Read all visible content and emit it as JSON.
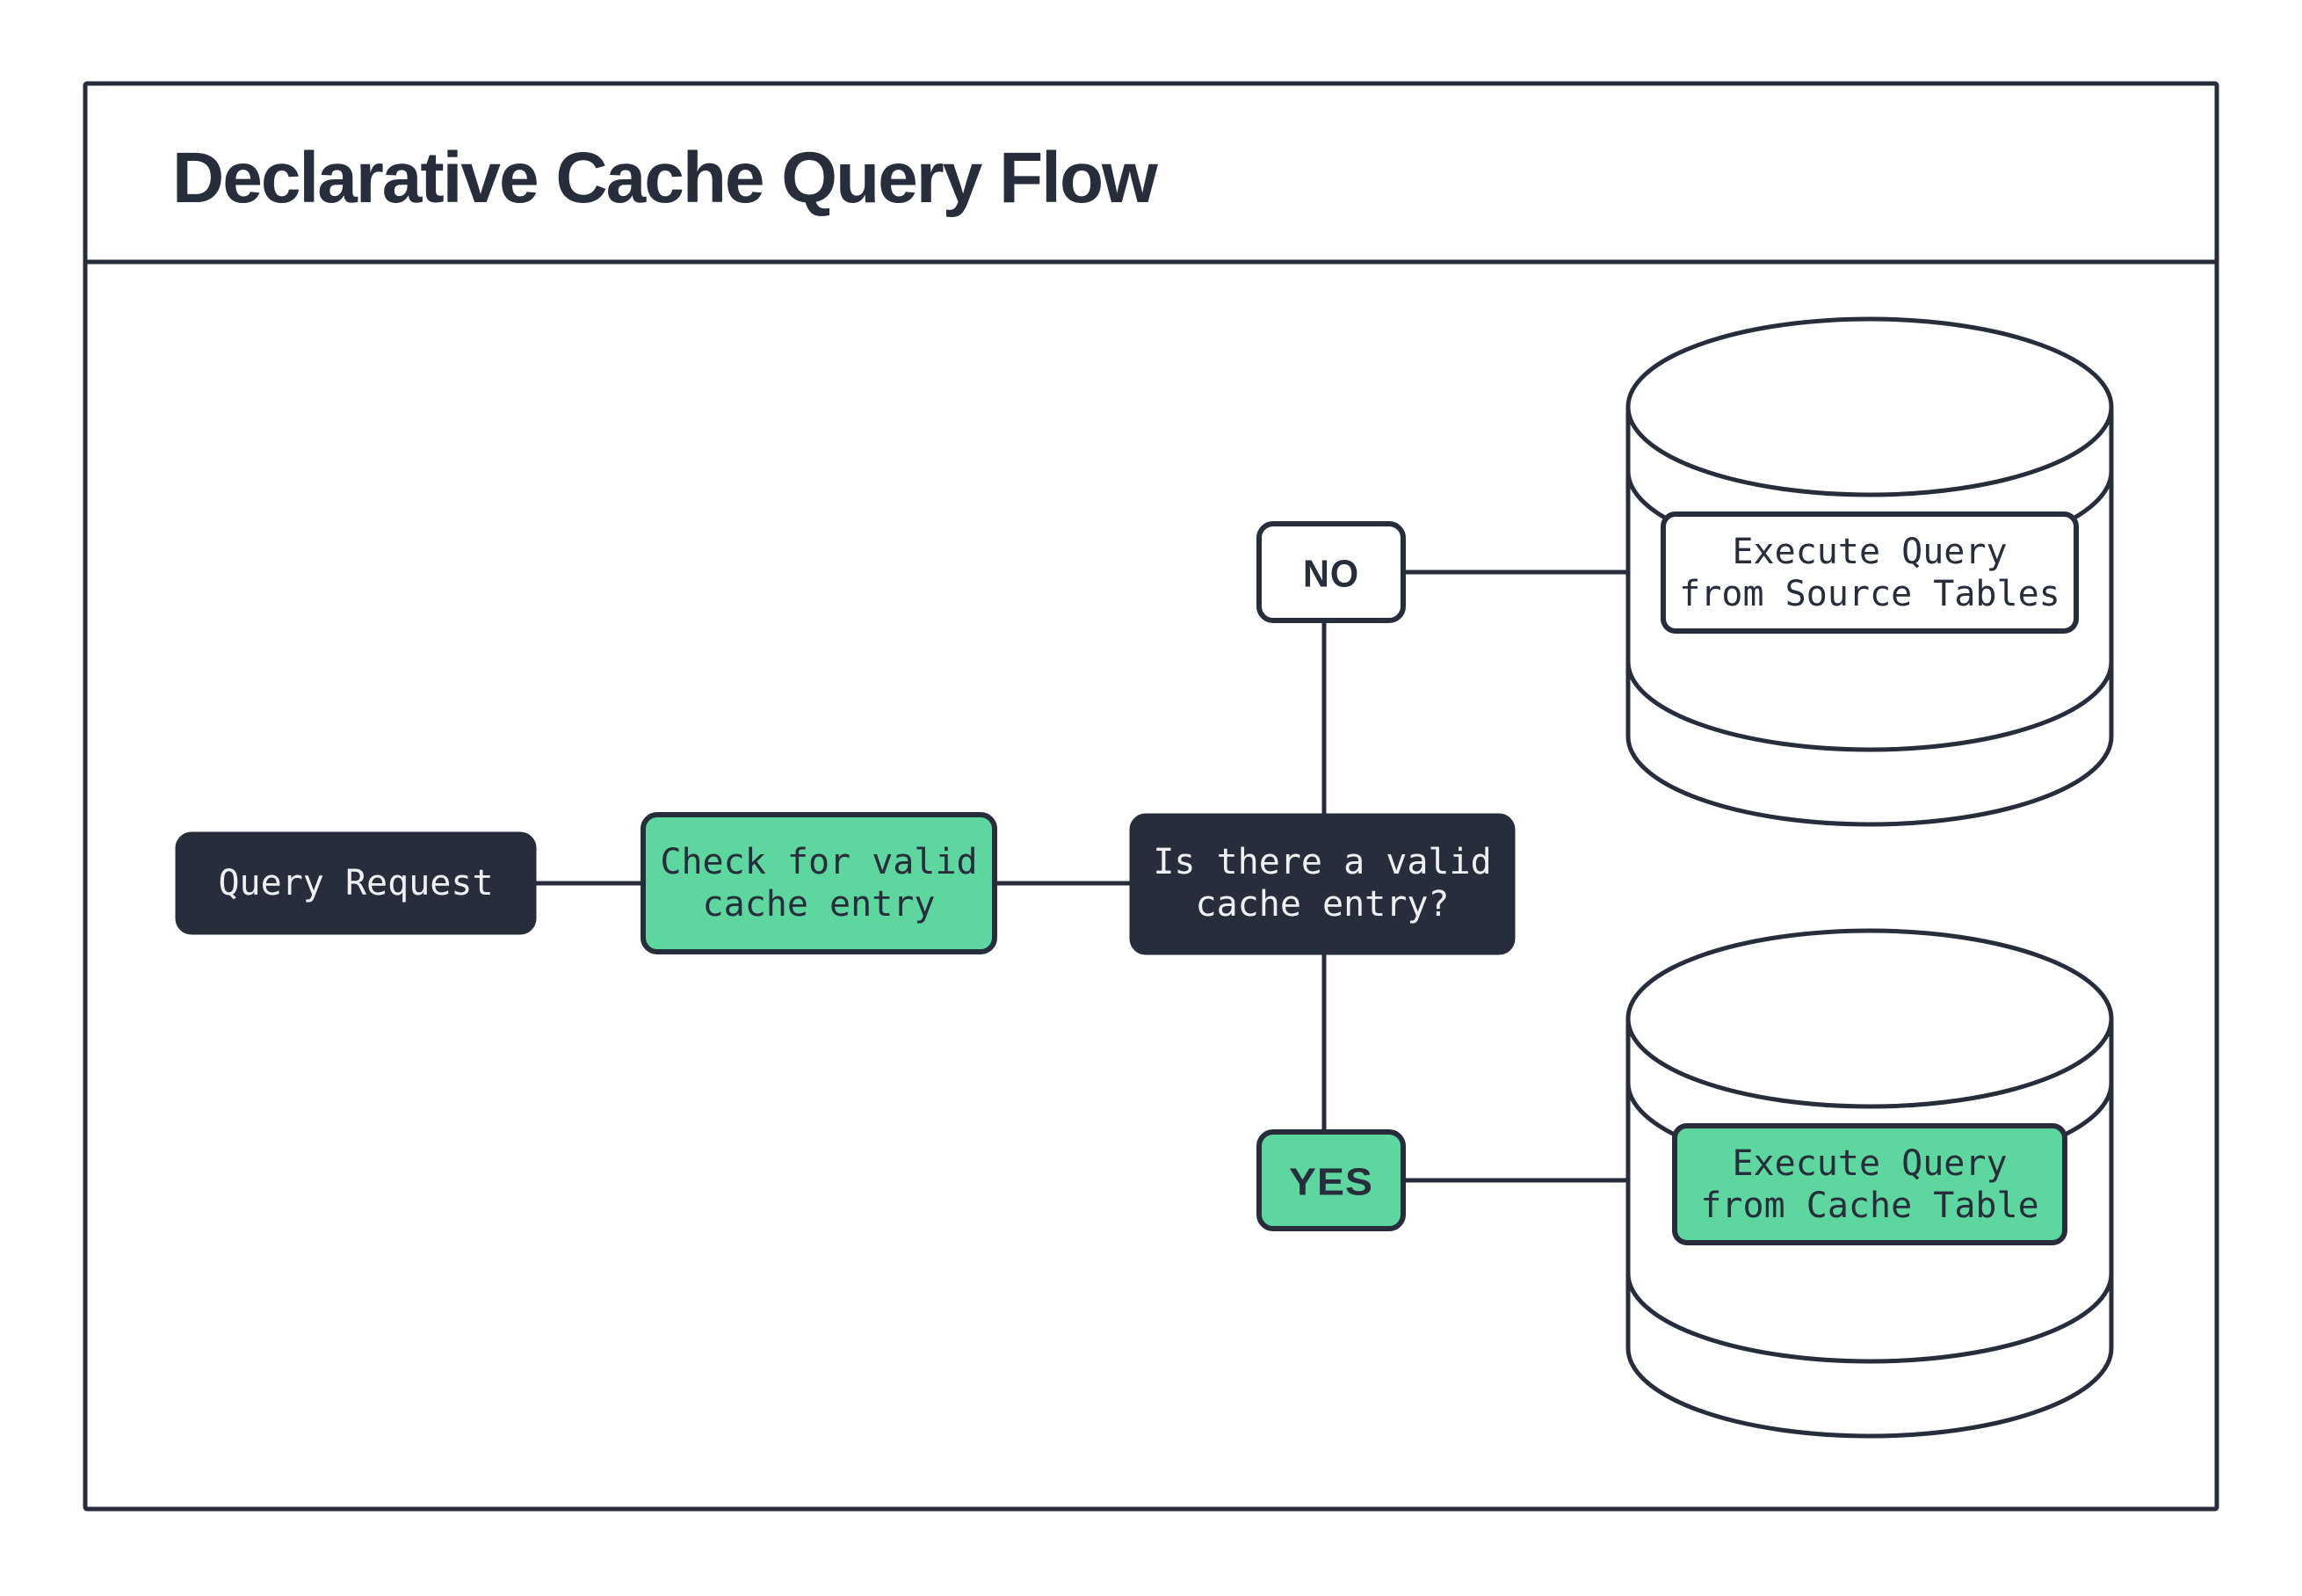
{
  "title": "Declarative Cache Query Flow",
  "colors": {
    "ink": "#282d3b",
    "green": "#5dd79f",
    "paper": "#ffffff",
    "text_light": "#eef0f1"
  },
  "nodes": {
    "query_request": {
      "label": "Query Request"
    },
    "check_cache": {
      "line1": "Check for valid",
      "line2": "cache entry"
    },
    "decision": {
      "line1": "Is there a valid",
      "line2": "cache entry?"
    },
    "source_db": {
      "line1": "Execute Query",
      "line2": "from Source Tables"
    },
    "cache_db": {
      "line1": "Execute Query",
      "line2": "from Cache Table"
    }
  },
  "edges": {
    "no_label": "NO",
    "yes_label": "YES"
  }
}
